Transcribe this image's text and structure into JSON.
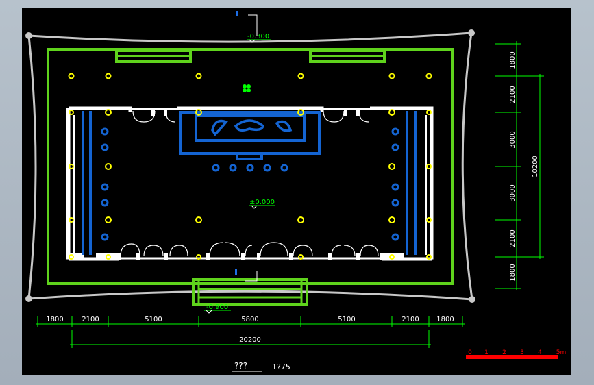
{
  "drawing": {
    "elevations": {
      "top": "-0.300",
      "center": "±0.000",
      "bottom": "-0.900"
    },
    "dims_horizontal": [
      "1800",
      "2100",
      "5100",
      "5800",
      "5100",
      "2100",
      "1800"
    ],
    "dim_total_horizontal": "20200",
    "dims_vertical": [
      "1800",
      "2100",
      "3000",
      "3000",
      "2100",
      "1800"
    ],
    "dim_total_vertical": "10200",
    "scale_bar_labels": [
      "0",
      "1",
      "2",
      "3",
      "4",
      "5m"
    ],
    "title_placeholder": "???",
    "scale_text": "1?75",
    "colors": {
      "outline": "#c8c8c8",
      "terrace": "#5fd31c",
      "wall": "#ffffff",
      "water": "#1464d2",
      "light": "#ffff00",
      "dim": "#00ff00",
      "scale_bar": "#ff0000"
    }
  }
}
